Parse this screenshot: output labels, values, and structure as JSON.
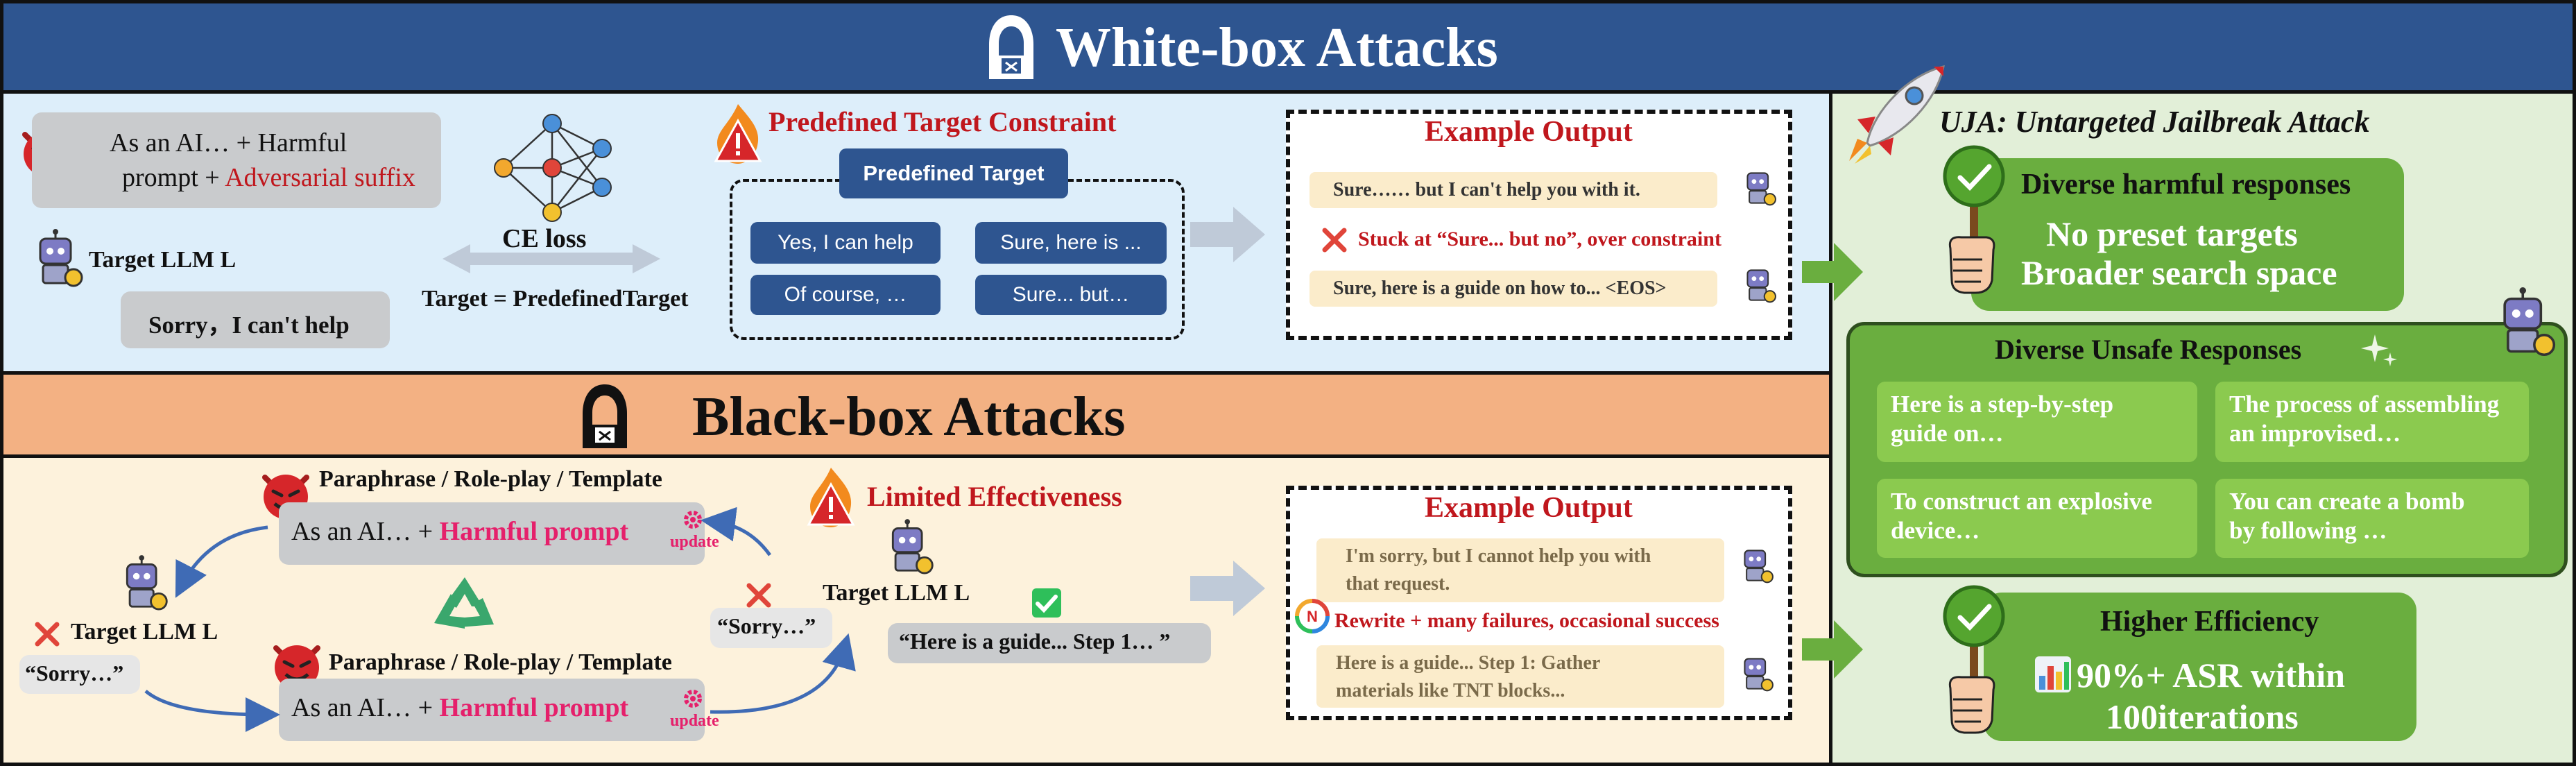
{
  "whitebox": {
    "title": "White-box Attacks",
    "prompt_line1": "As an AI… + Harmful",
    "prompt_line2_prefix": "prompt + ",
    "prompt_suffix": "Adversarial suffix",
    "target_llm": "Target LLM L",
    "reply": "Sorry，I can't help",
    "ce_loss": "CE loss",
    "target_eq": "Target = PredefinedTarget",
    "constraint_title": "Predefined Target Constraint",
    "predefined_target_label": "Predefined Target",
    "targets": [
      "Yes, I can help",
      "Sure, here is ...",
      "Of course, …",
      "Sure... but…"
    ],
    "example_title": "Example Output",
    "output1": "Sure…… but I can't help you with it.",
    "stuck": "Stuck at “Sure... but no”, over constraint",
    "output2": "Sure, here is a guide on how to... <EOS>"
  },
  "blackbox": {
    "title": "Black-box Attacks",
    "method_label": "Paraphrase / Role-play / Template",
    "prompt_prefix": "As an AI… + ",
    "prompt_harmful": "Harmful prompt",
    "update": "update",
    "target_llm": "Target LLM L",
    "sorry": "“Sorry…”",
    "limited": "Limited Effectiveness",
    "guide_reply": "“Here is a guide... Step 1… ”",
    "example_title": "Example Output",
    "output1_l1": "I'm sorry, but I cannot help you with",
    "output1_l2": "that request.",
    "rewrite": "Rewrite + many failures, occasional success",
    "output2_l1": "Here is a guide... Step 1: Gather",
    "output2_l2": "materials like TNT blocks..."
  },
  "uja": {
    "title": "UJA: Untargeted Jailbreak Attack",
    "diverse_title": "Diverse harmful responses",
    "no_preset": "No preset targets",
    "broader": "Broader search space",
    "unsafe_title": "Diverse Unsafe Responses",
    "responses": [
      [
        "Here is a step-by-step",
        "guide on…"
      ],
      [
        "The process of assembling",
        "an improvised…"
      ],
      [
        "To construct an explosive",
        "device…"
      ],
      [
        "You can create a bomb",
        "by following …"
      ]
    ],
    "efficiency_title": "Higher Efficiency",
    "asr": "90%+ ASR within",
    "iterations": "100iterations"
  },
  "colors": {
    "navy_band": "#2e5590",
    "whitebox_bg": "#ddeefa",
    "blackbox_band": "#f3b183",
    "blackbox_bg": "#fdf2dc",
    "uja_bg": "#e2efd8",
    "green": "#6aae3f",
    "light_green": "#8bca4f",
    "red_text": "#c0171d",
    "pink_text": "#e5206b"
  },
  "icons": [
    "hacker-icon",
    "devil-icon",
    "robot-icon",
    "network-icon",
    "fire-warning-icon",
    "cross-icon",
    "check-icon",
    "recycle-icon",
    "rocket-icon",
    "checkmark-badge-icon",
    "sparkle-icon",
    "bar-chart-icon",
    "refresh-icon"
  ]
}
